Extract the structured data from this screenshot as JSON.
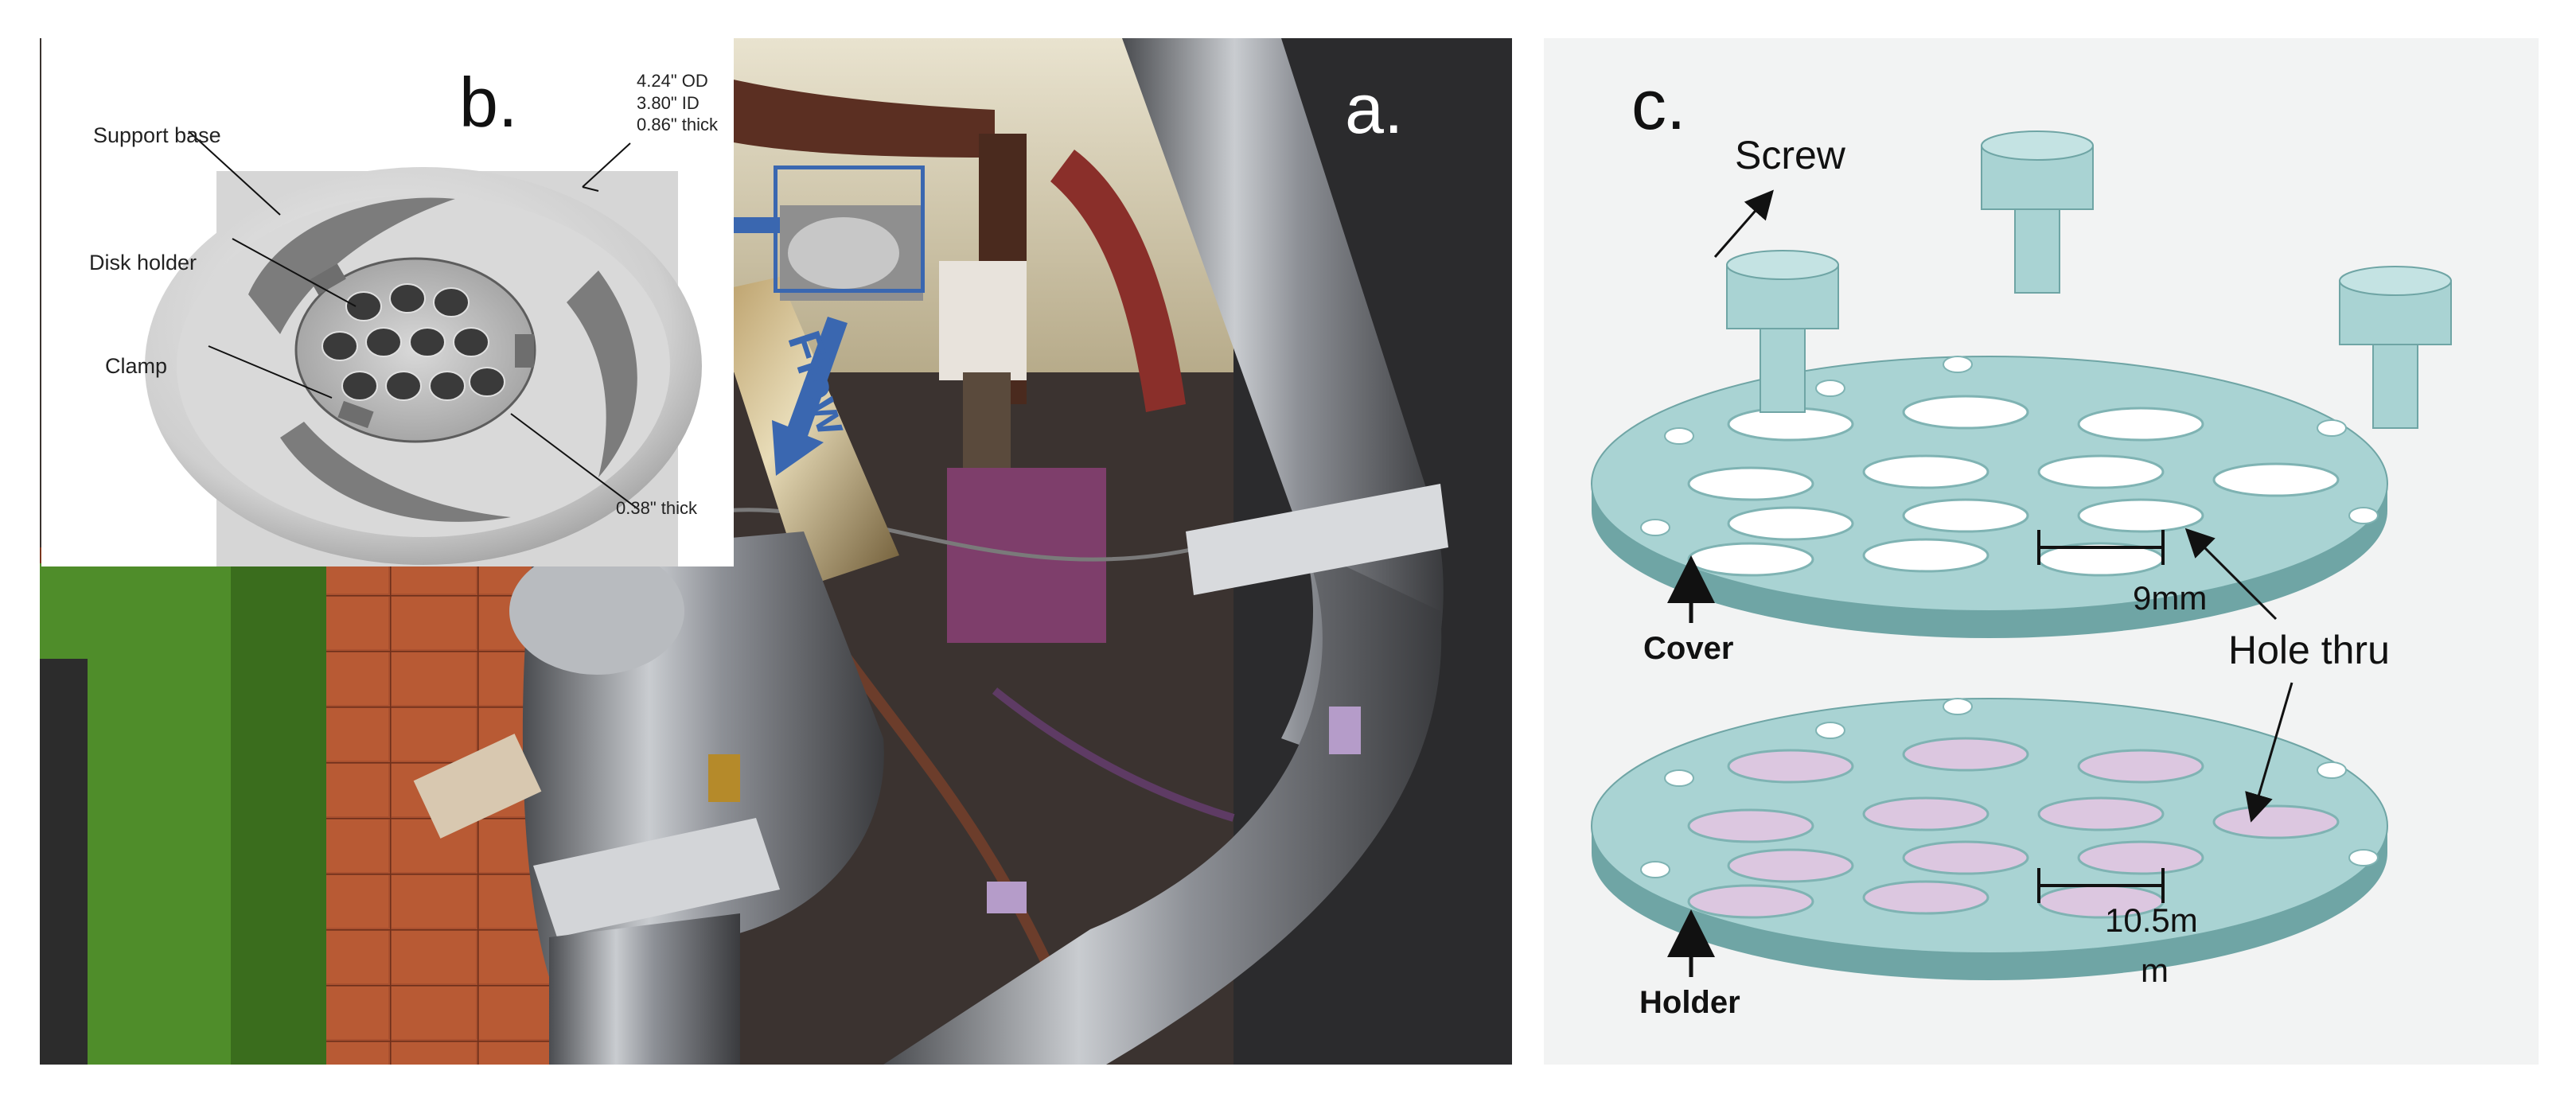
{
  "panel_a": {
    "label": "a.",
    "flow_text": "Flow"
  },
  "panel_b": {
    "label": "b.",
    "callouts": {
      "support_base": "Support base",
      "disk_holder": "Disk holder",
      "clamp": "Clamp",
      "dimensions_outer": "4.24\" OD\n3.80\" ID\n0.86\" thick",
      "dimensions_inner": "0.38\" thick"
    }
  },
  "panel_c": {
    "label": "c.",
    "screw": "Screw",
    "cover": "Cover",
    "holder": "Holder",
    "hole_thru": "Hole thru",
    "dim_cover": "9mm",
    "dim_holder_line1": "10.5m",
    "dim_holder_line2": "m"
  },
  "colors": {
    "part_fill": "#a9d3d3",
    "part_edge": "#6fa5a5",
    "filter_fill": "#dcc7e0",
    "flow_arrow": "#3a67b0"
  }
}
